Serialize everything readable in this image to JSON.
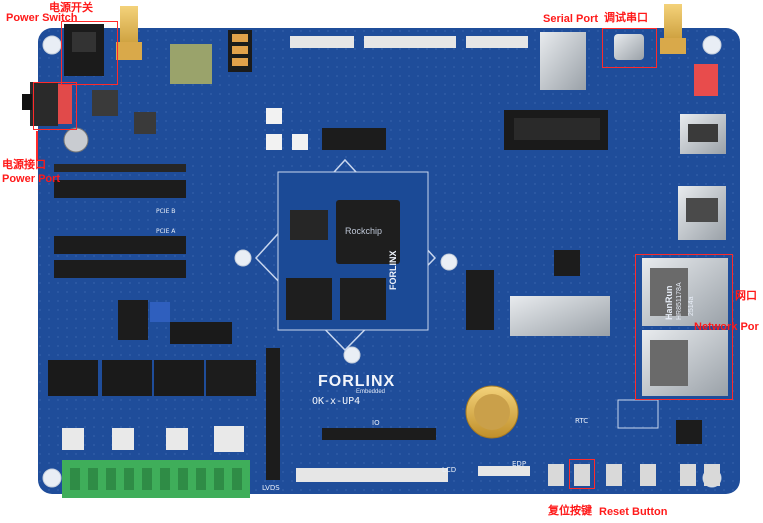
{
  "annotations": {
    "power_switch_cn": "电源开关",
    "power_switch_en": "Power Switch",
    "power_port_cn": "电源接口",
    "power_port_en": "Power Port",
    "serial_port_en": "Serial Port",
    "serial_port_cn": "调试串口",
    "network_cn": "网口",
    "network_en": "Network Por",
    "reset_cn": "复位按键",
    "reset_en": "Reset Button"
  },
  "board_text": {
    "brand": "FORLINX",
    "brand_sub": "Embedded",
    "model": "OK-x-UP4",
    "chip_brand": "Rockchip",
    "som_brand": "FORLINX",
    "pcie_b": "PCIE B",
    "pcie_a": "PCIE A",
    "lvds": "LVDS",
    "lcd": "LCD",
    "edp": "EDP",
    "rtc": "RTC",
    "eth_brand": "HanRun",
    "eth_part": "HR851178A",
    "eth_code": "2514a",
    "io_label": "IO"
  },
  "colors": {
    "pcb": "#1f4d9a",
    "pcb_dark": "#173f86",
    "silk": "#e8eef8",
    "annotation": "#ff1a1a",
    "terminal": "#3fae5a"
  }
}
